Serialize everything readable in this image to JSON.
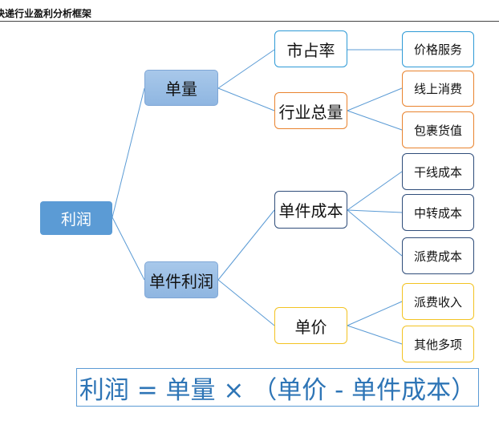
{
  "header": {
    "title": "快递行业盈利分析框架"
  },
  "nodes": {
    "profit": "利润",
    "volume": "单量",
    "unit_profit": "单件利润",
    "market_share": "市占率",
    "industry_volume": "行业总量",
    "unit_cost": "单件成本",
    "unit_price": "单价",
    "price_service": "价格服务",
    "online_consumption": "线上消费",
    "parcel_value": "包裹货值",
    "trunk_cost": "干线成本",
    "transfer_cost": "中转成本",
    "delivery_cost": "派费成本",
    "delivery_income": "派费收入",
    "other_items": "其他多项"
  },
  "formula": "利润 = 单量 × （单价 - 单件成本）",
  "colors": {
    "primary_blue": "#5b9bd5",
    "light_blue": "#9dc0e6",
    "cyan_border": "#2e9ad6",
    "orange_border": "#e9832e",
    "navy_border": "#2f4d7a",
    "gold_border": "#f3c322",
    "formula_text": "#2e75b6"
  }
}
